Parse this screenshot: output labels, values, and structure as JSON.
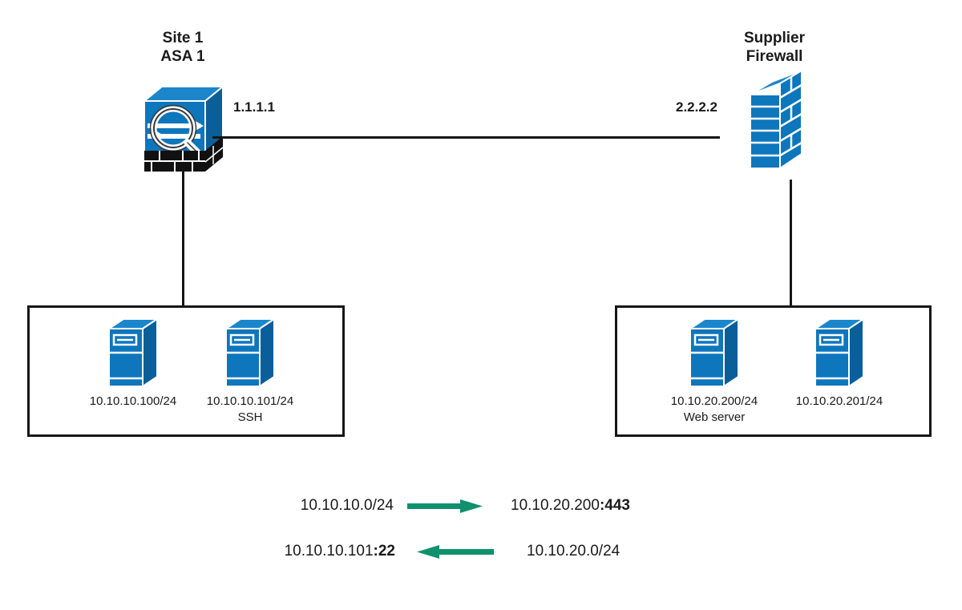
{
  "diagram": {
    "title_site1": "Site 1\nASA 1",
    "nodes": {
      "asa": {
        "name_line1": "Site 1",
        "name_line2": "ASA 1",
        "interface_ip": "1.1.1.1",
        "icon": "cisco-asa-firewall-icon"
      },
      "supplier": {
        "name_line1": "Supplier",
        "name_line2": "Firewall",
        "interface_ip": "2.2.2.2",
        "icon": "brick-wall-firewall-icon"
      }
    },
    "left_lan": {
      "hosts": [
        {
          "ip": "10.10.10.100/24",
          "role": ""
        },
        {
          "ip": "10.10.10.101/24",
          "role": "SSH"
        }
      ]
    },
    "right_lan": {
      "hosts": [
        {
          "ip": "10.10.20.200/24",
          "role": "Web server"
        },
        {
          "ip": "10.10.20.201/24",
          "role": ""
        }
      ]
    },
    "flows": [
      {
        "source": "10.10.10.0/24",
        "source_port": "",
        "direction": "right",
        "destination": "10.10.20.200",
        "destination_port": ":443"
      },
      {
        "source": "10.10.10.101",
        "source_port": ":22",
        "direction": "left",
        "destination": "10.10.20.0/24",
        "destination_port": ""
      }
    ],
    "colors": {
      "device_blue": "#0E76BC",
      "device_blue_dark": "#0A5F9A",
      "device_blue_top": "#1B86CC",
      "line_black": "#161616",
      "arrow_green": "#11906E",
      "text_black": "#1a1a1a"
    }
  }
}
